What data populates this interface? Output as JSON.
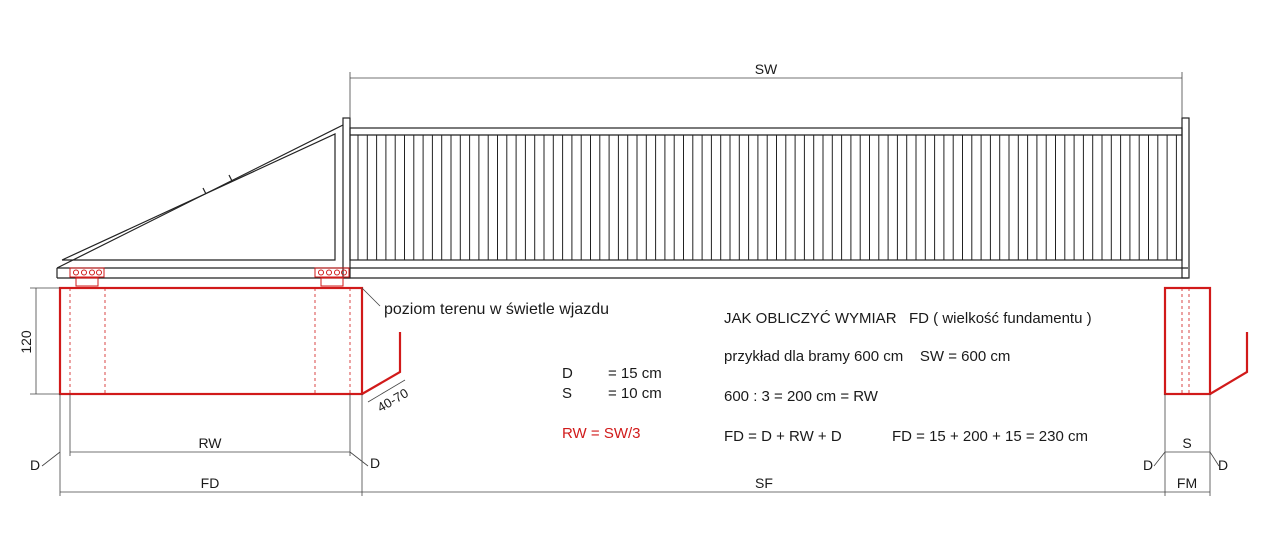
{
  "labels": {
    "sw": "SW",
    "rw": "RW",
    "fd": "FD",
    "sf": "SF",
    "fm": "FM",
    "s": "S",
    "d_left_outer": "D",
    "d_left_inner": "D",
    "d_right_outer": "D",
    "d_right_inner": "D",
    "depth_120": "120",
    "slope_40_70": "40-70",
    "ground_level": "poziom terenu w świetle wjazdu"
  },
  "legend": {
    "d_key": "D",
    "d_val": "= 15 cm",
    "s_key": "S",
    "s_val": "= 10 cm",
    "rw_formula": "RW = SW/3"
  },
  "explanation": {
    "heading": "JAK OBLICZYĆ WYMIAR   FD ( wielkość fundamentu )",
    "example": "przykład dla bramy 600 cm    SW = 600 cm",
    "calc_rw": "600 : 3 = 200 cm = RW",
    "formula_fd": "FD = D + RW + D",
    "calc_fd": "FD = 15 + 200 + 15 = 230 cm"
  },
  "colors": {
    "foundation": "#d11a1a",
    "gate": "#222222",
    "text": "#1a1a1a"
  }
}
